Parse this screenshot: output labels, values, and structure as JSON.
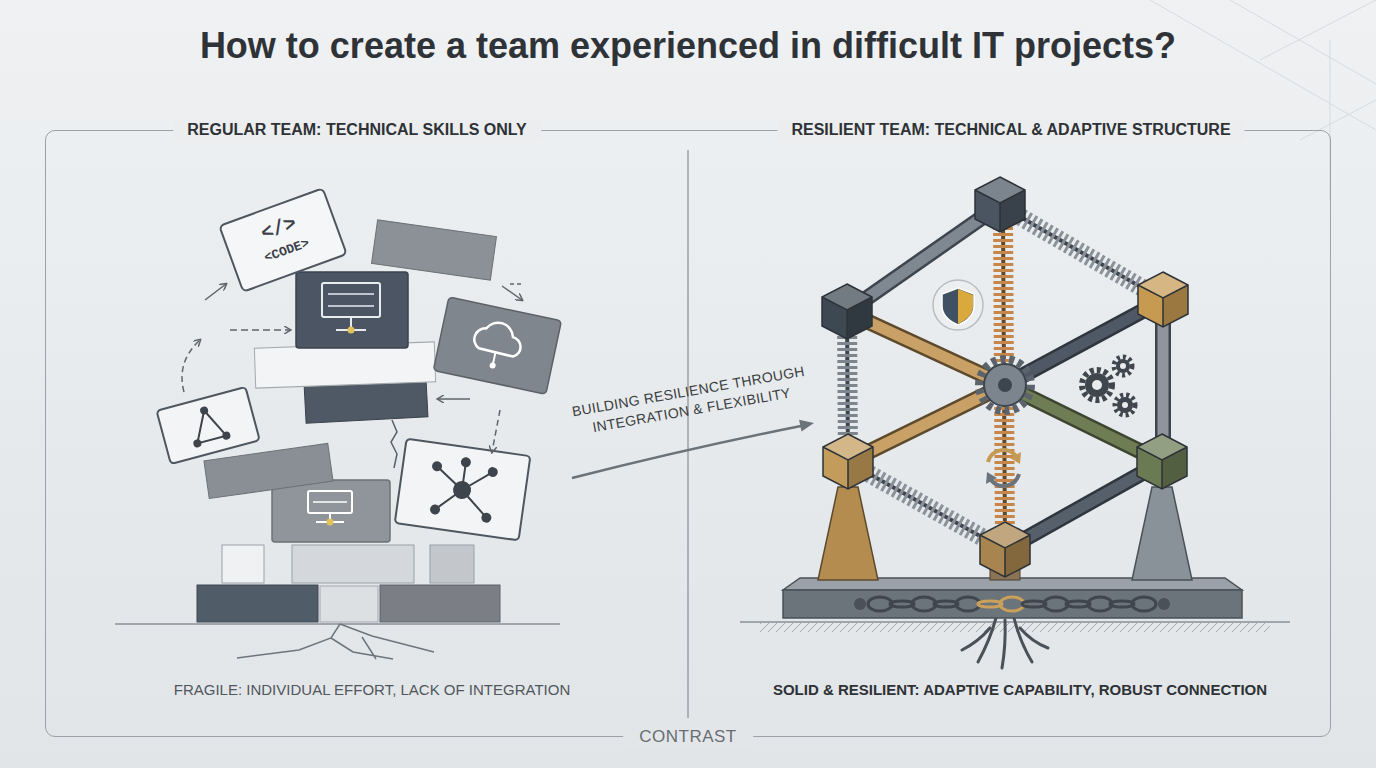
{
  "diagram": {
    "title": "How to create a team experienced in difficult IT projects?",
    "nodes": [
      {
        "text": [
          "CONTRAST"
        ]
      },
      {
        "text": [
          "REGULAR TEAM: TECHNICAL SKILLS ONLY",
          "FRAGILE: INDIVIDUAL EFFORT, LACK OF INTEGRATION"
        ],
        "in": 0
      },
      {
        "text": [
          "RESILIENT TEAM: TECHNICAL & ADAPTIVE STRUCTURE",
          "SOLID & RESILIENT: ADAPTIVE CAPABILITY, ROBUST CONNECTION"
        ],
        "in": 0
      }
    ],
    "labels": [
      "</>",
      "<CODE>",
      "BUILDING RESILIENCE THROUGH INTEGRATION & FLEXIBILITY"
    ]
  }
}
